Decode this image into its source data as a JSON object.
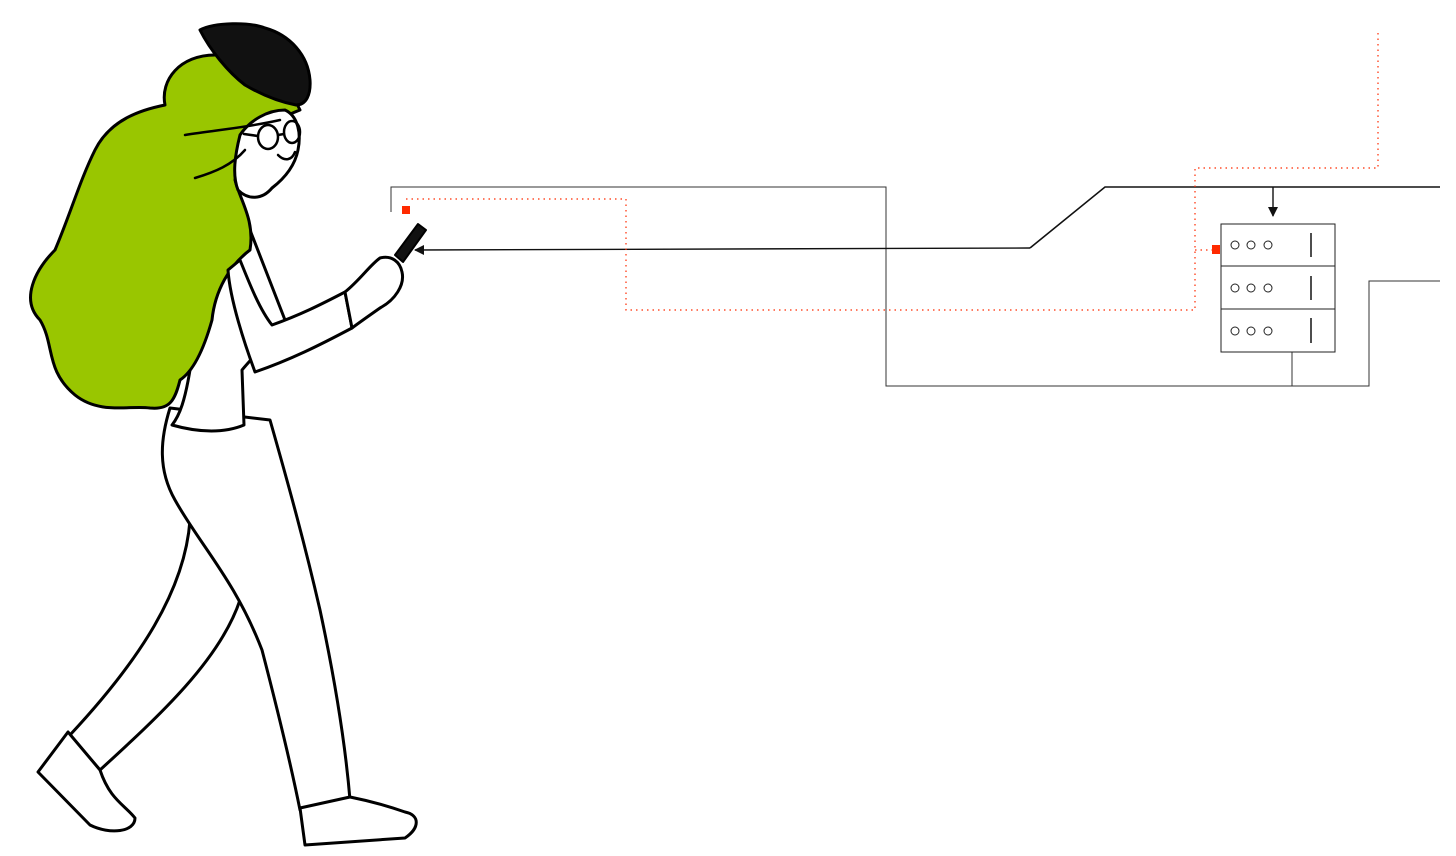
{
  "illustration": {
    "figure": "person-walking-with-phone",
    "hair_color": "#99c600",
    "cap_color": "#111111",
    "outline_color": "#000000"
  },
  "diagram": {
    "connector_color": "#333333",
    "signal_color": "#ff2a00",
    "server_rack": {
      "units": 3,
      "indicator_dots_per_unit": 3
    }
  }
}
